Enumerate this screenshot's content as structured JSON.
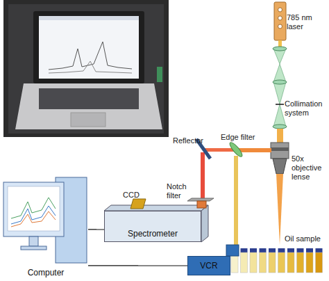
{
  "diagram": {
    "nodes": [
      {
        "text": [
          "Computer"
        ]
      },
      {
        "text": [
          "Spectrometer"
        ]
      },
      {
        "text": [
          "VCR"
        ]
      }
    ],
    "edges": [
      {
        "from": 0,
        "to": 1,
        "arrow": "none"
      },
      {
        "from": 0,
        "to": 2,
        "arrow": "none"
      }
    ],
    "labels": [
      "785 nm laser",
      "Collimation system",
      "50x objective lense",
      "Reflector",
      "Edge filter",
      "Notch filter",
      "CCD",
      "Oil sample"
    ]
  }
}
